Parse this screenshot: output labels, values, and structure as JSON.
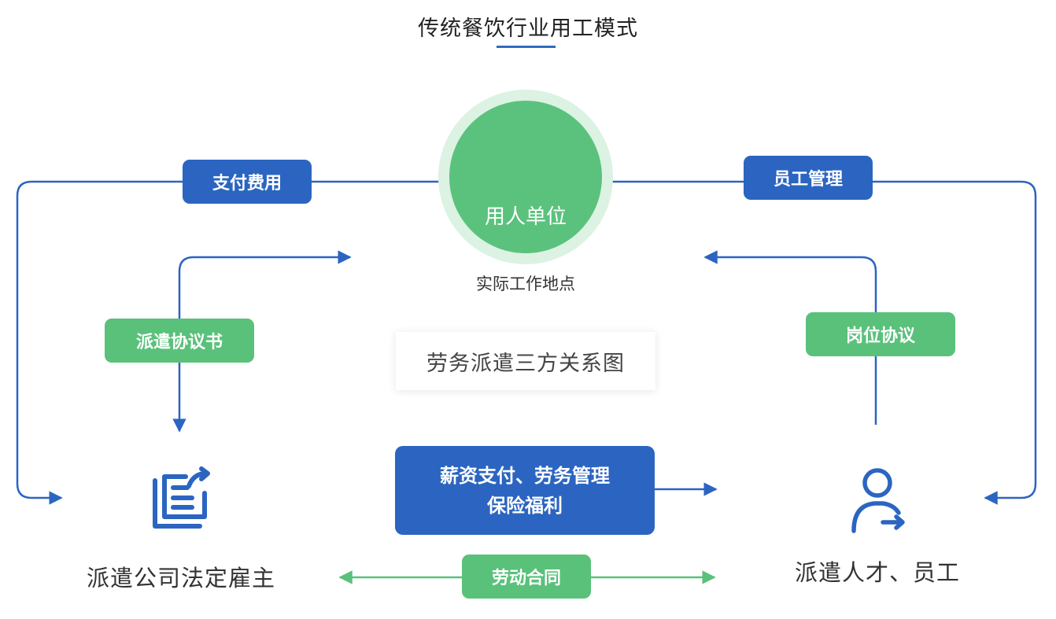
{
  "title": "传统餐饮行业用工模式",
  "center_node": {
    "label": "用人单位",
    "sublabel": "实际工作地点"
  },
  "relation_title": "劳务派遣三方关系图",
  "edges": {
    "pay_fee": "支付费用",
    "staff_management": "员工管理",
    "dispatch_agreement": "派遣协议书",
    "post_agreement": "岗位协议",
    "salary_line1": "薪资支付、劳务管理",
    "salary_line2": "保险福利",
    "labor_contract": "劳动合同"
  },
  "left_node": {
    "label": "派遣公司法定雇主",
    "icon": "documents-share-icon"
  },
  "right_node": {
    "label": "派遣人才、员工",
    "icon": "person-arrow-icon"
  },
  "colors": {
    "blue": "#2b65c1",
    "green": "#5ac17b",
    "halo": "#dcf2e3"
  }
}
